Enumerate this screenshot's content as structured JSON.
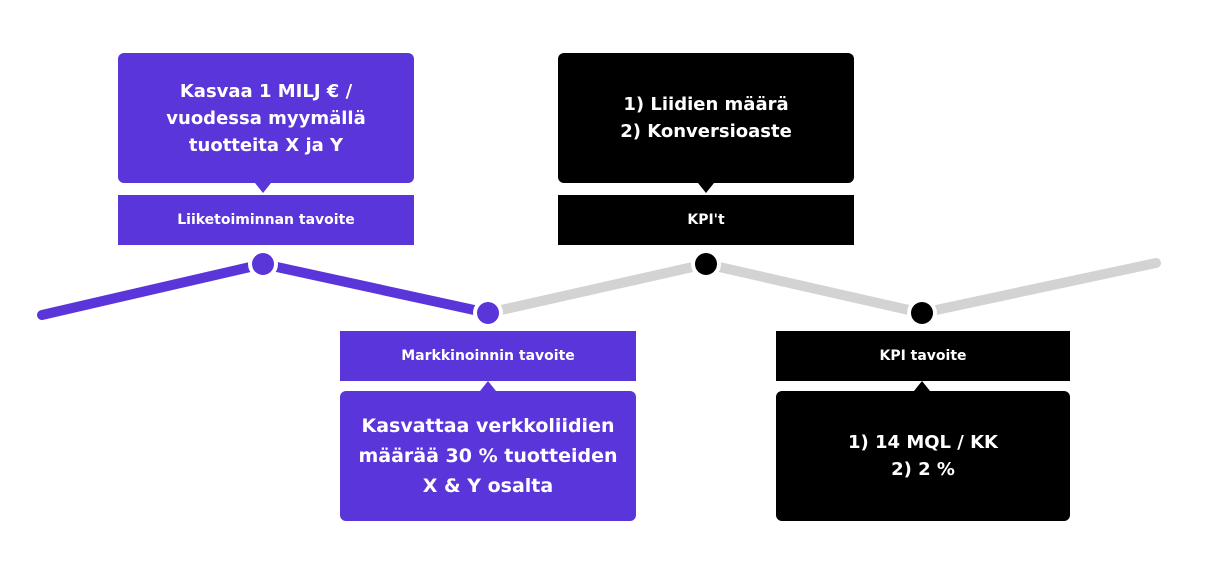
{
  "colors": {
    "purple": "#5a35d9",
    "black": "#000000",
    "grey": "#d3d3d3"
  },
  "steps": [
    {
      "label": "Liiketoiminnan tavoite",
      "lines": [
        "Kasvaa 1 MILJ € /",
        "vuodessa myymällä",
        "tuotteita X ja Y"
      ]
    },
    {
      "label": "Markkinoinnin tavoite",
      "lines": [
        "Kasvattaa verkkoliidien",
        "määrää 30 % tuotteiden",
        "X & Y osalta"
      ]
    },
    {
      "label": "KPI't",
      "lines": [
        "1) Liidien määrä",
        "2) Konversioaste"
      ]
    },
    {
      "label": "KPI tavoite",
      "lines": [
        "1) 14 MQL / KK",
        "2) 2 %"
      ]
    }
  ]
}
